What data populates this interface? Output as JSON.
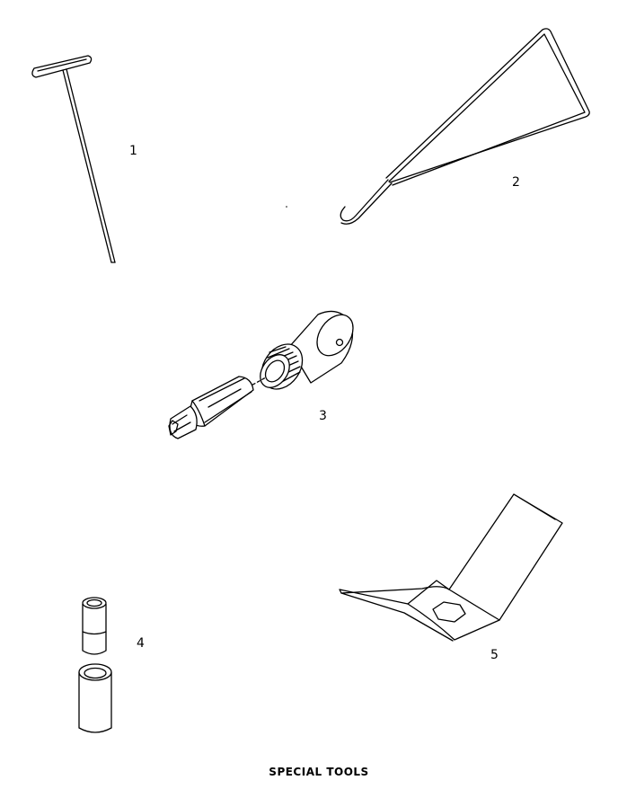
{
  "parts": [
    {
      "callout": "1",
      "icon": "t-handle-wire-tool"
    },
    {
      "callout": "2",
      "icon": "bent-wire-hook-tool"
    },
    {
      "callout": "3",
      "icon": "torx-bit-socket-adapter"
    },
    {
      "callout": "4",
      "icon": "two-sleeve-bushings"
    },
    {
      "callout": "5",
      "icon": "hex-bent-plate-wrench"
    }
  ],
  "caption": "SPECIAL TOOLS"
}
